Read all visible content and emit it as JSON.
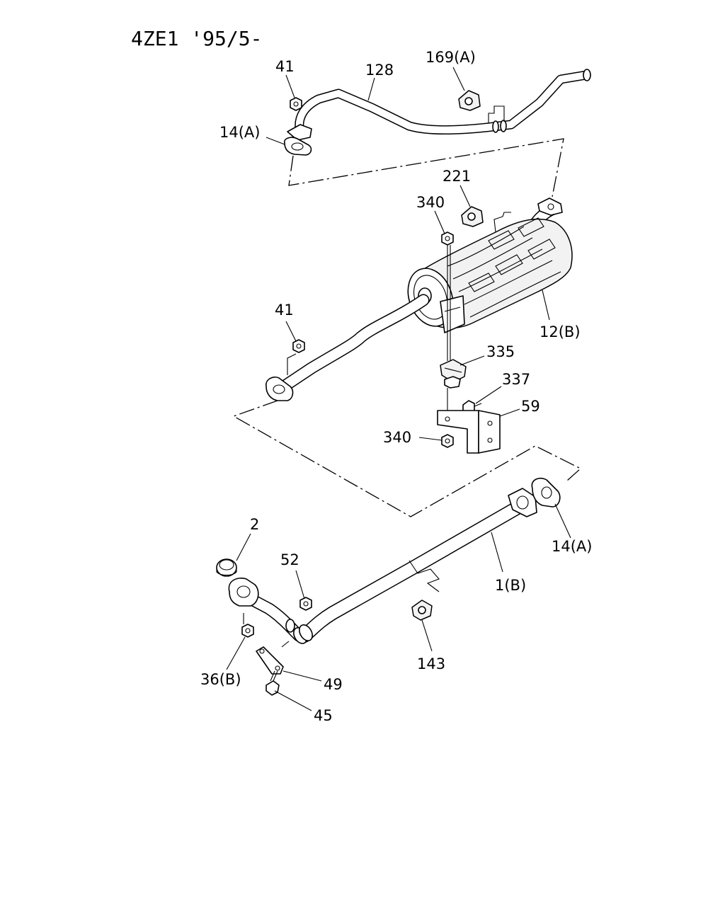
{
  "title": "4ZE1 '95/5-",
  "labels": {
    "l41_top": "41",
    "l128": "128",
    "l169a": "169(A)",
    "l14a_top": "14(A)",
    "l221": "221",
    "l340_top": "340",
    "l41_mid": "41",
    "l12b": "12(B)",
    "l335": "335",
    "l337": "337",
    "l59": "59",
    "l340_bot": "340",
    "l2": "2",
    "l52": "52",
    "l14a_bot": "14(A)",
    "l1b": "1(B)",
    "l143": "143",
    "l36b": "36(B)",
    "l49": "49",
    "l45": "45"
  }
}
